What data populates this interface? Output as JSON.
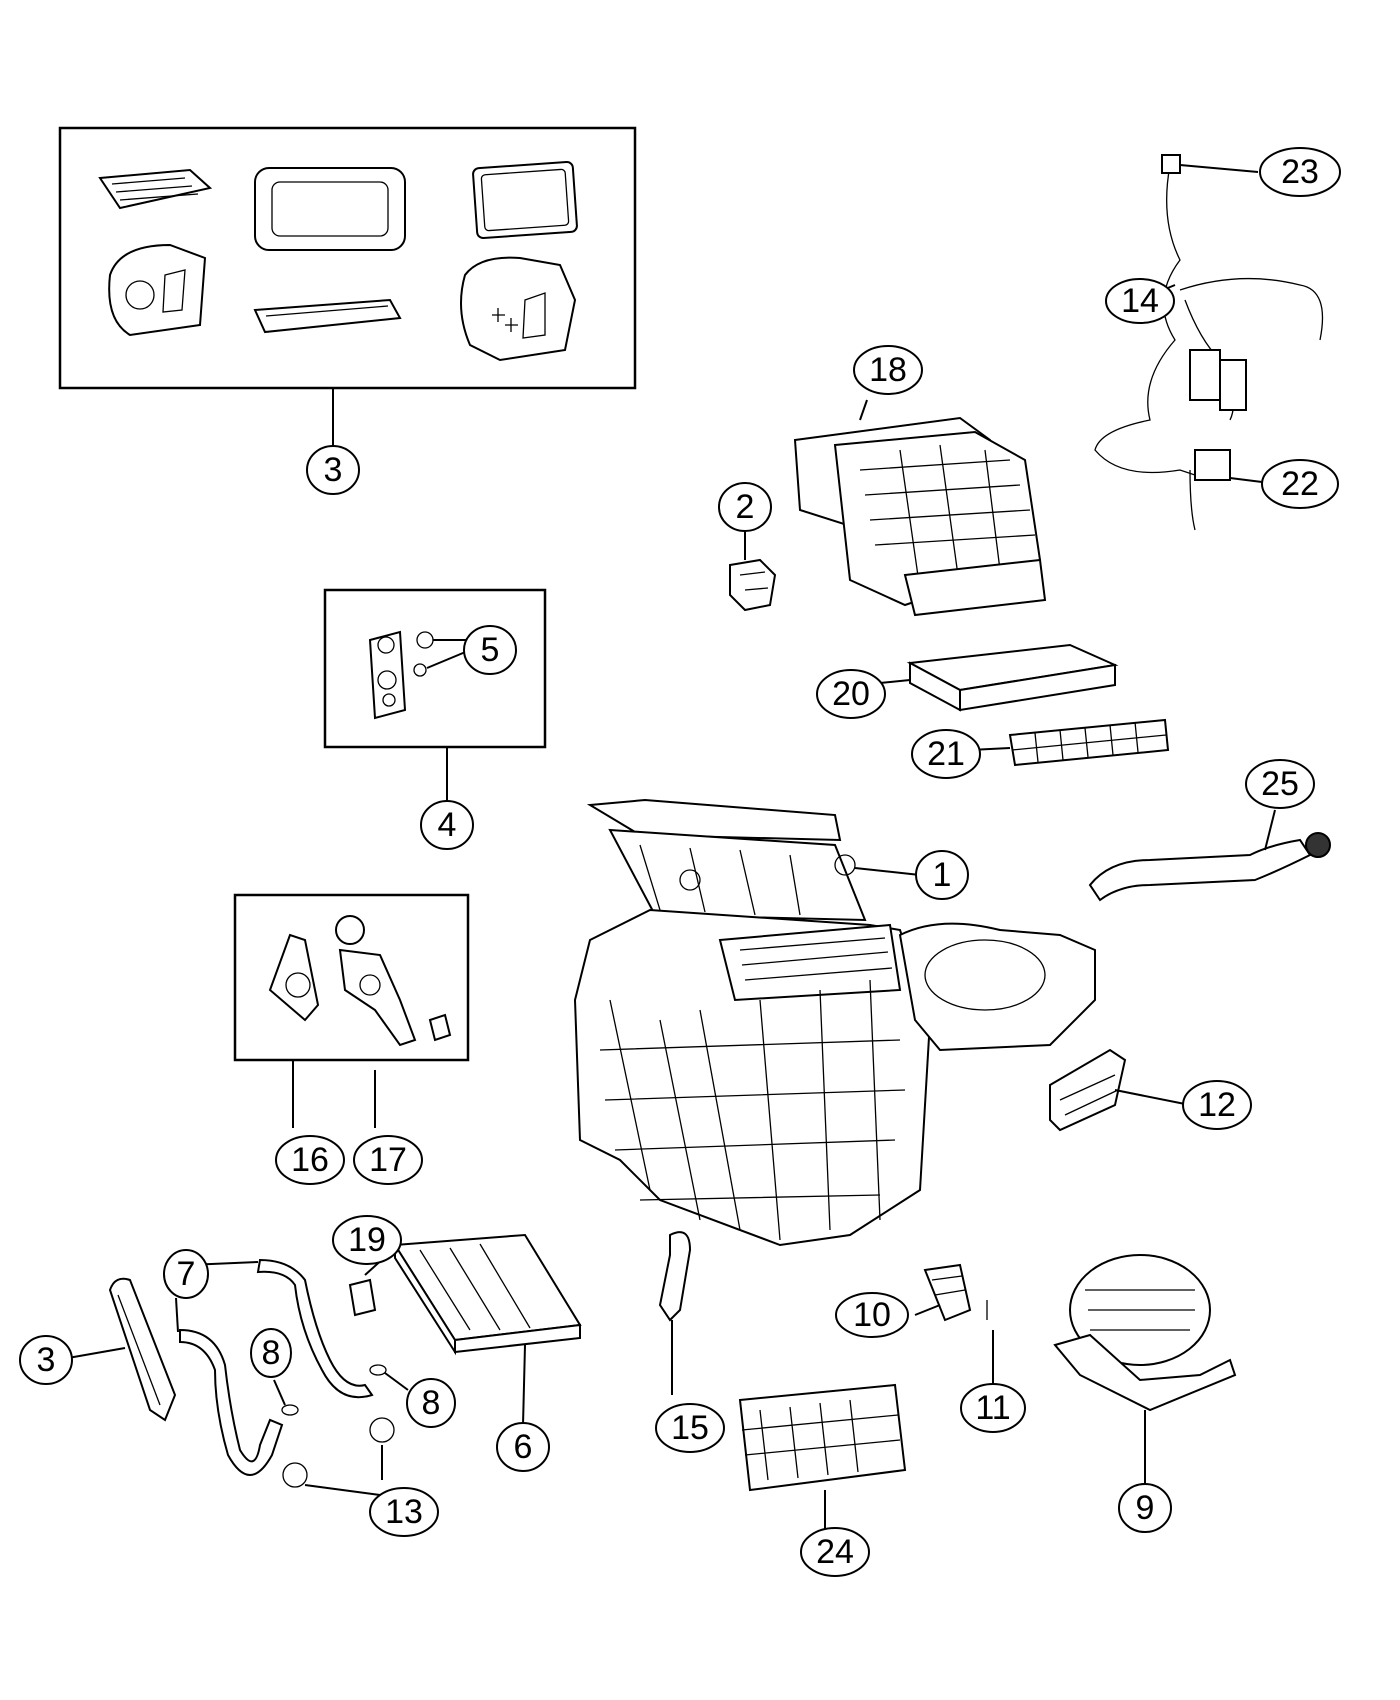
{
  "callouts": [
    {
      "id": "c1",
      "label": "1"
    },
    {
      "id": "c2",
      "label": "2"
    },
    {
      "id": "c3a",
      "label": "3"
    },
    {
      "id": "c3b",
      "label": "3"
    },
    {
      "id": "c4",
      "label": "4"
    },
    {
      "id": "c5",
      "label": "5"
    },
    {
      "id": "c6",
      "label": "6"
    },
    {
      "id": "c7",
      "label": "7"
    },
    {
      "id": "c8a",
      "label": "8"
    },
    {
      "id": "c8b",
      "label": "8"
    },
    {
      "id": "c9",
      "label": "9"
    },
    {
      "id": "c10",
      "label": "10"
    },
    {
      "id": "c11",
      "label": "11"
    },
    {
      "id": "c12",
      "label": "12"
    },
    {
      "id": "c13",
      "label": "13"
    },
    {
      "id": "c14",
      "label": "14"
    },
    {
      "id": "c15",
      "label": "15"
    },
    {
      "id": "c16",
      "label": "16"
    },
    {
      "id": "c17",
      "label": "17"
    },
    {
      "id": "c18",
      "label": "18"
    },
    {
      "id": "c19",
      "label": "19"
    },
    {
      "id": "c20",
      "label": "20"
    },
    {
      "id": "c21",
      "label": "21"
    },
    {
      "id": "c22",
      "label": "22"
    },
    {
      "id": "c23",
      "label": "23"
    },
    {
      "id": "c24",
      "label": "24"
    },
    {
      "id": "c25",
      "label": "25"
    }
  ]
}
